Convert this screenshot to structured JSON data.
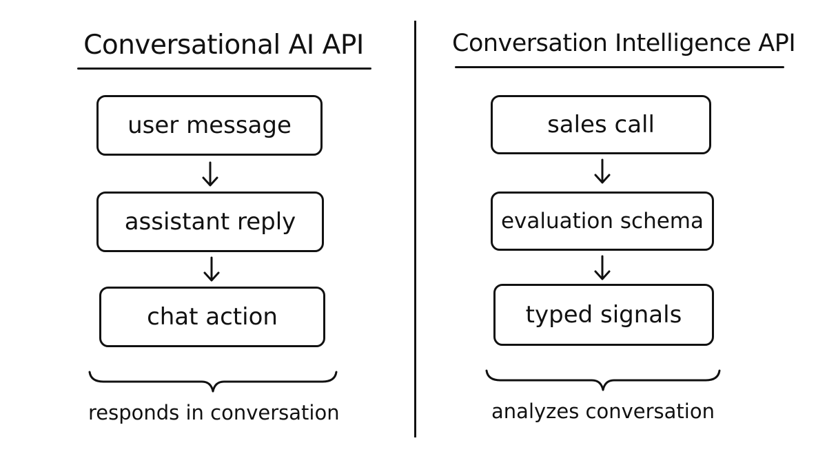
{
  "left": {
    "heading": "Conversational AI API",
    "steps": [
      "user message",
      "assistant reply",
      "chat action"
    ],
    "caption": "responds in conversation"
  },
  "right": {
    "heading": "Conversation Intelligence API",
    "steps": [
      "sales call",
      "evaluation schema",
      "typed signals"
    ],
    "caption": "analyzes conversation"
  },
  "colors": {
    "ink": "#111111",
    "background": "#ffffff"
  }
}
